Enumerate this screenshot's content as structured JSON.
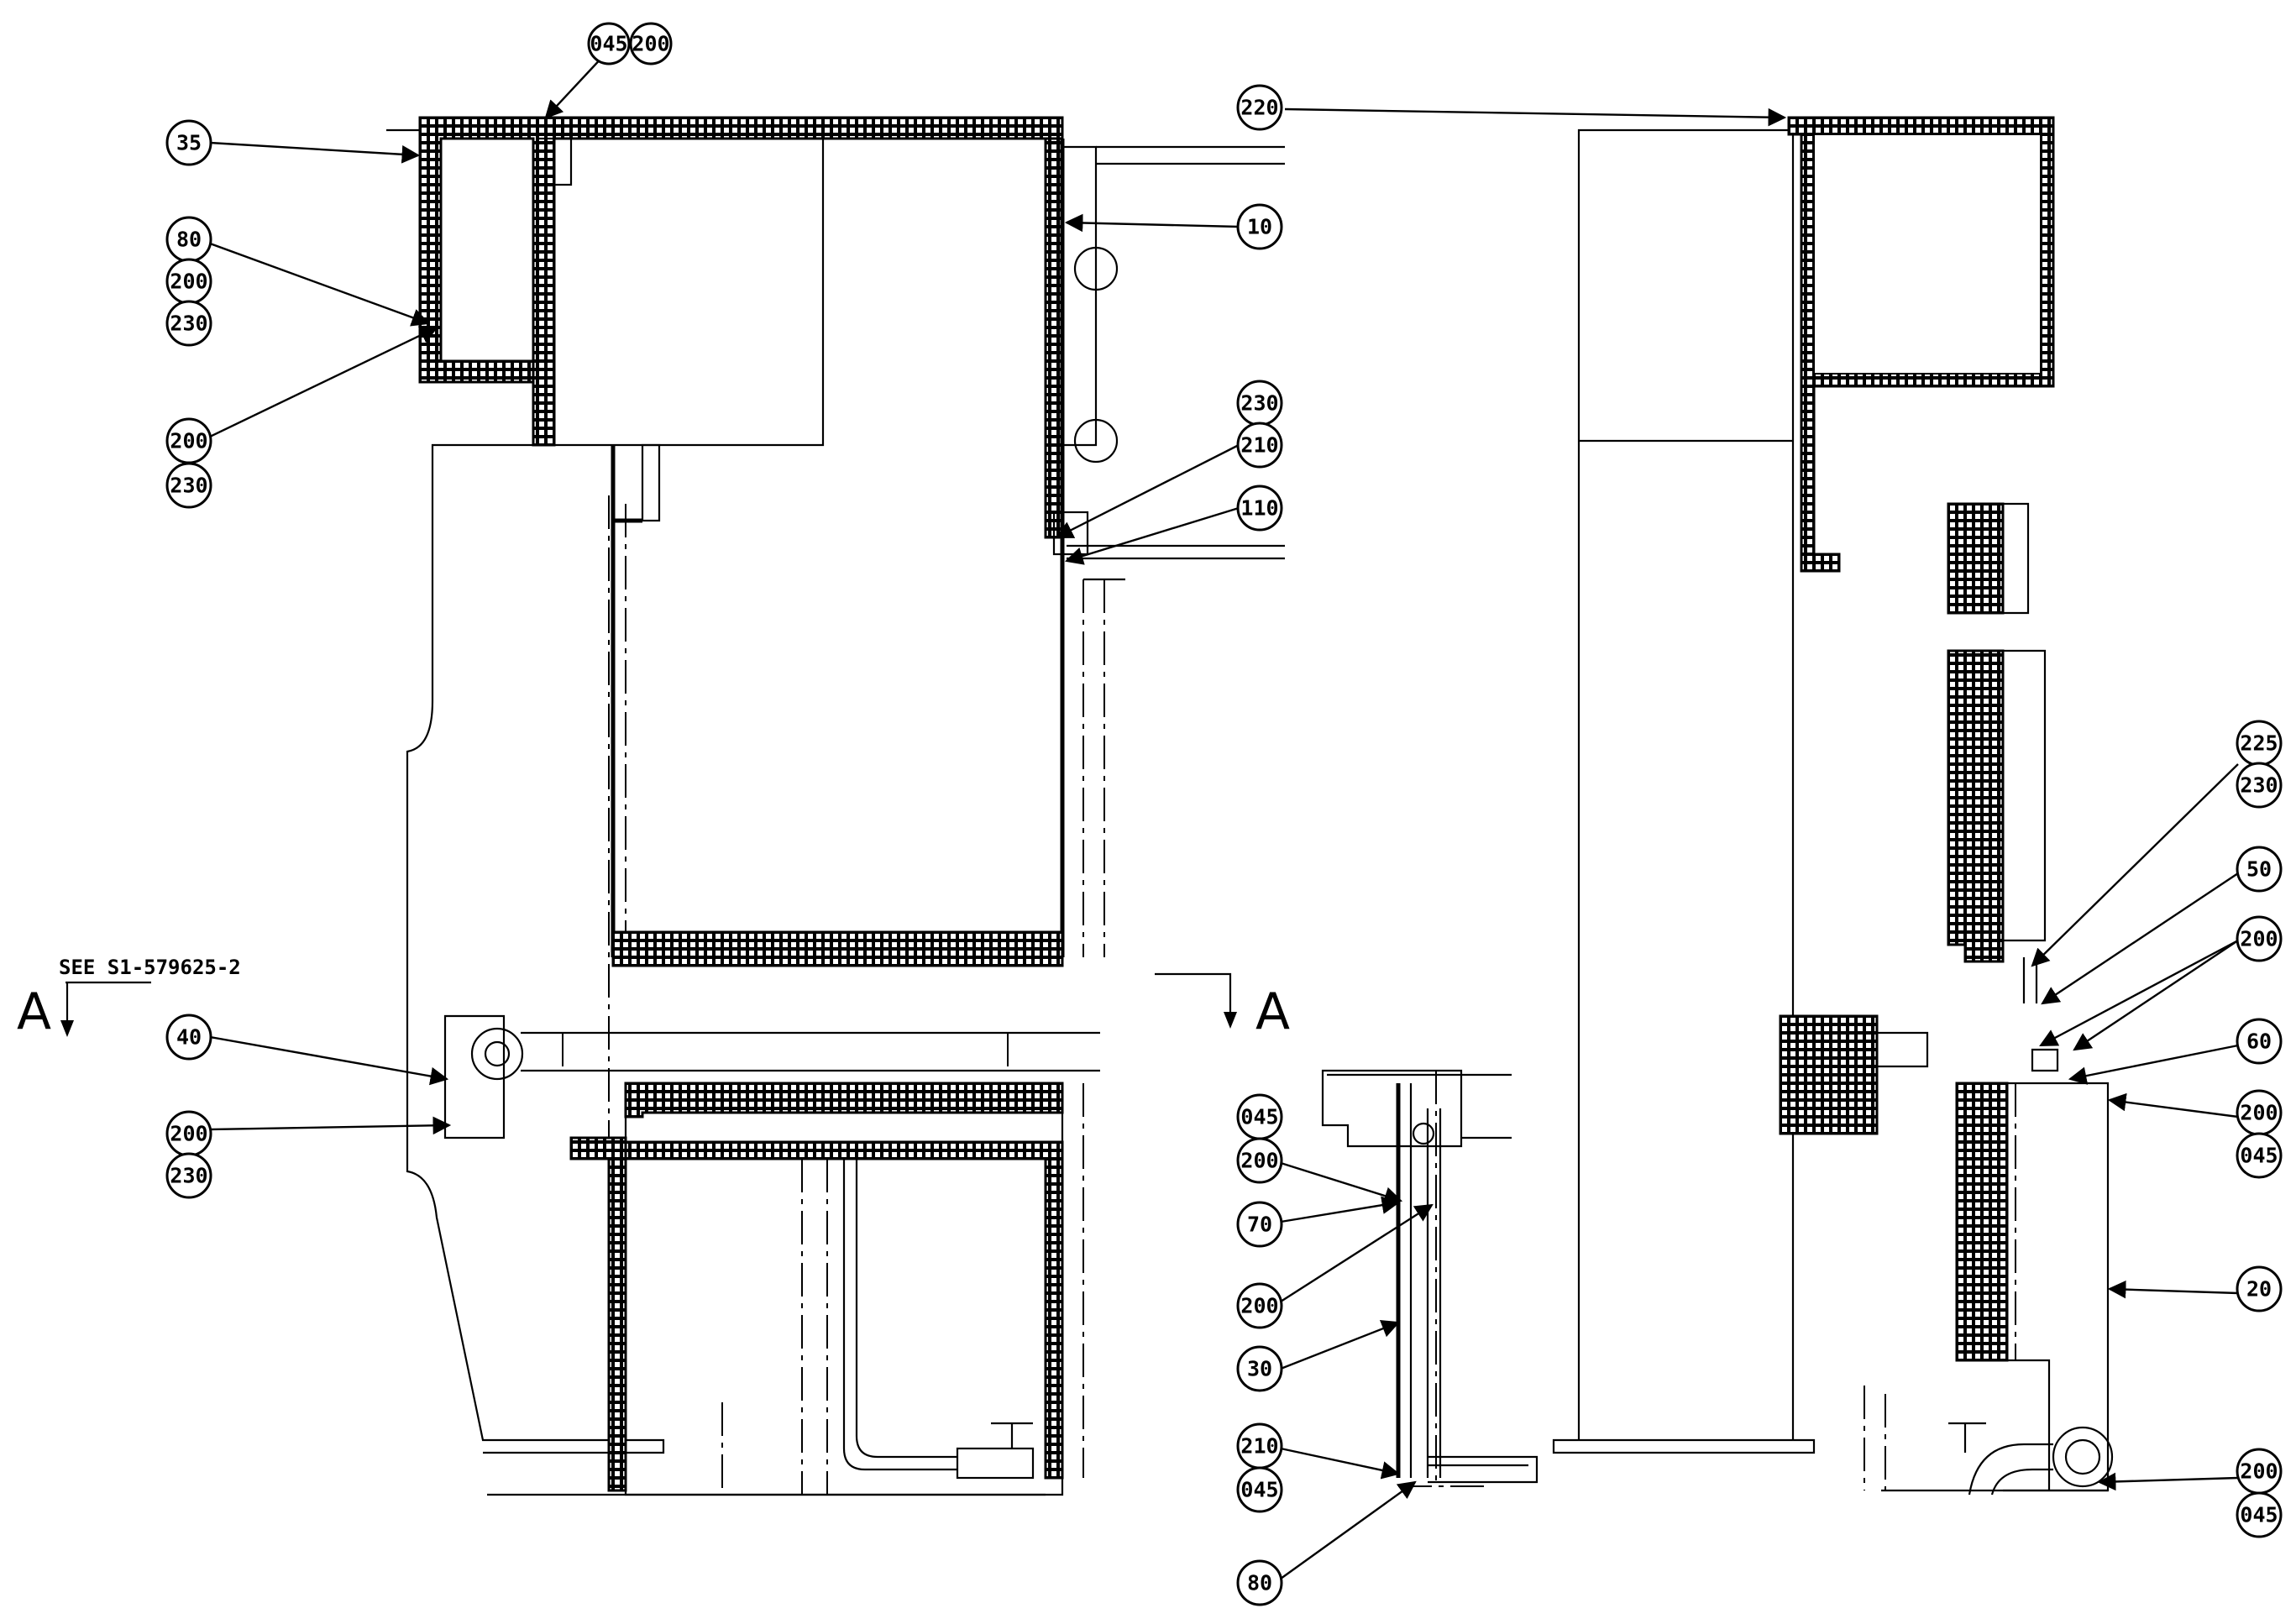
{
  "note": "SEE S1-579625-2",
  "section_label": "A",
  "callouts": {
    "c_35": "35",
    "c_045a": "045",
    "c_200a": "200",
    "c_80a": "80",
    "c_200b": "200",
    "c_230a": "230",
    "c_200c": "200",
    "c_230b": "230",
    "c_10": "10",
    "c_230c": "230",
    "c_210a": "210",
    "c_110": "110",
    "c_40": "40",
    "c_200d": "200",
    "c_230d": "230",
    "c_045b": "045",
    "c_200e": "200",
    "c_70": "70",
    "c_200f": "200",
    "c_30": "30",
    "c_210b": "210",
    "c_045c": "045",
    "c_80b": "80",
    "c_220": "220",
    "c_225": "225",
    "c_230e": "230",
    "c_50": "50",
    "c_200g": "200",
    "c_60": "60",
    "c_200h": "200",
    "c_045d": "045",
    "c_20": "20",
    "c_200i": "200",
    "c_045e": "045"
  }
}
